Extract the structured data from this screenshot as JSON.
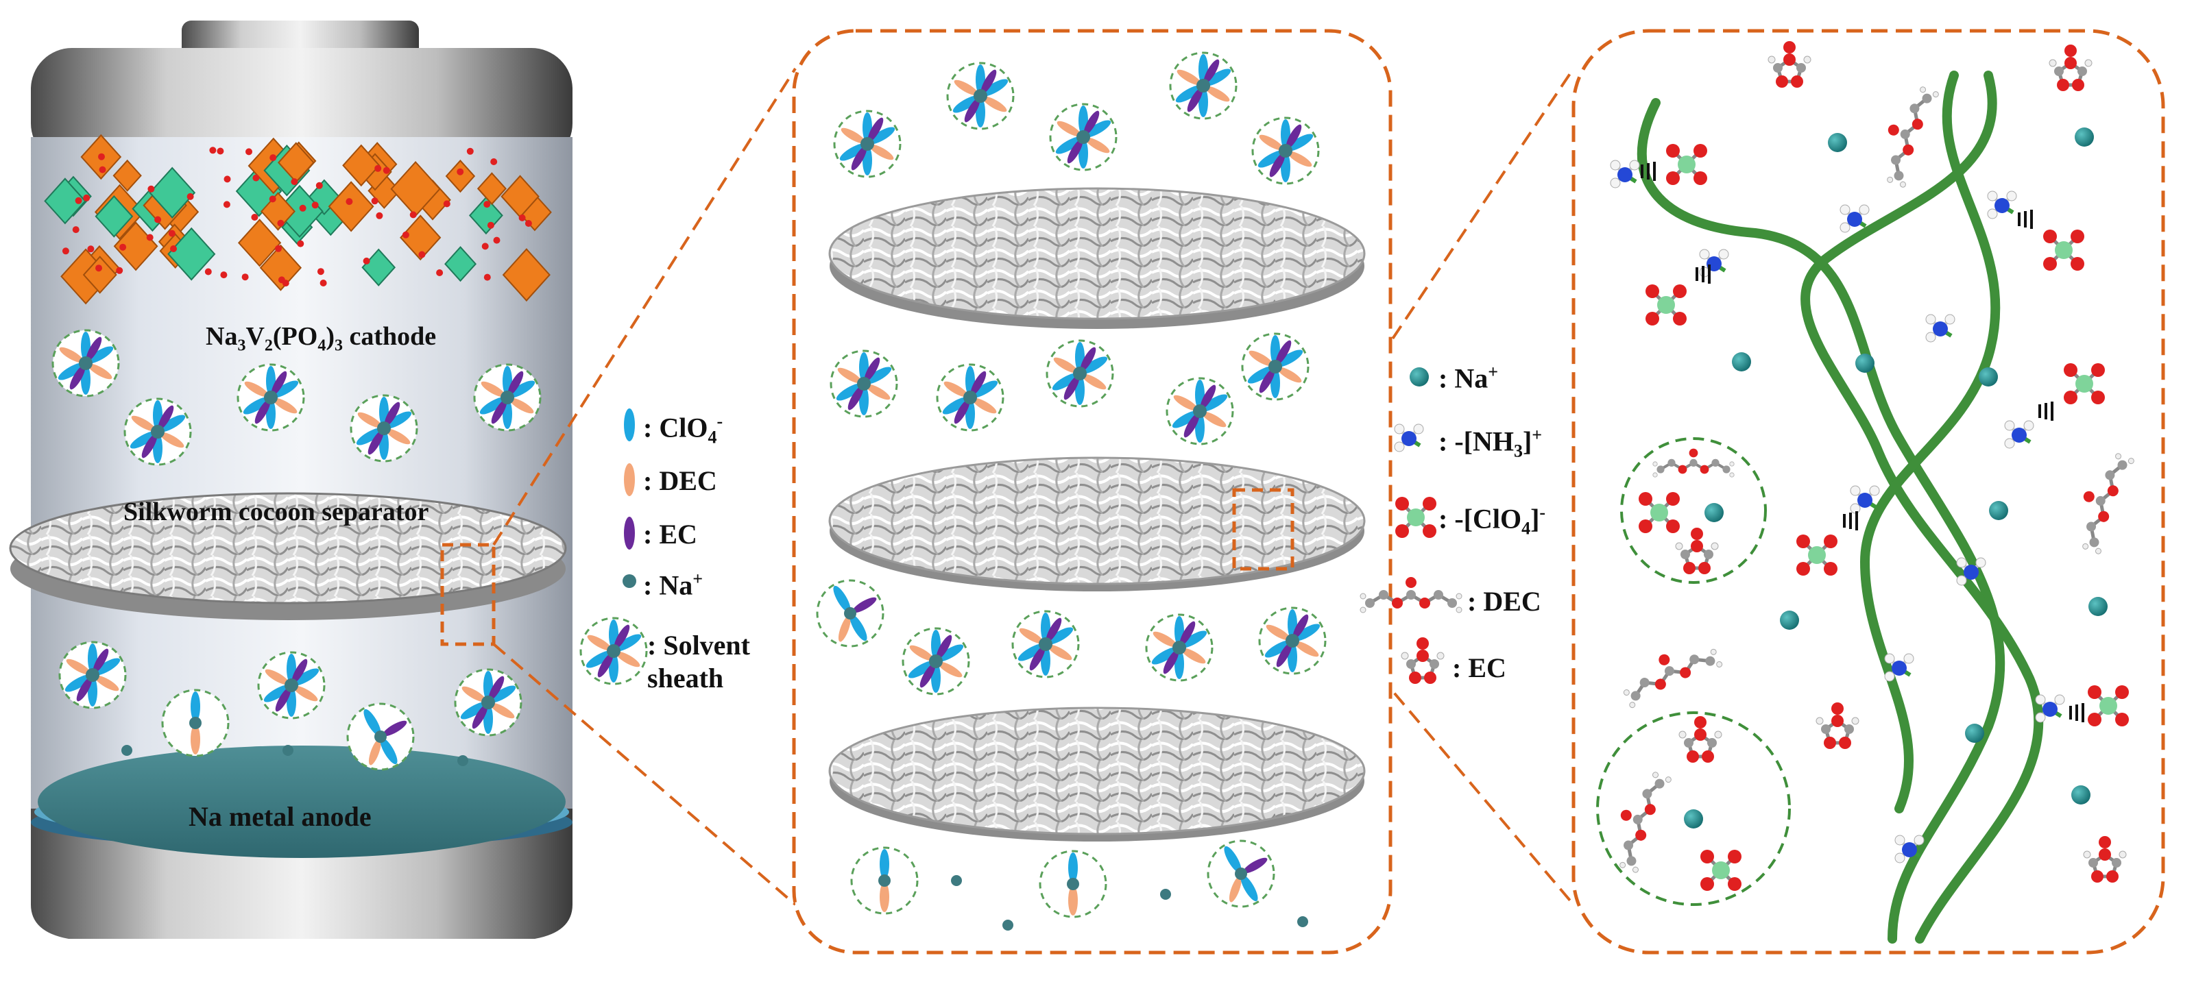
{
  "battery": {
    "cathode_label": {
      "prefix": "Na",
      "s1": "3",
      "mid1": "V",
      "s2": "2",
      "mid2": "(PO",
      "s3": "4",
      "mid3": ")",
      "s4": "3",
      "suffix": " cathode"
    },
    "separator_label": "Silkworm cocoon separator",
    "anode_label": "Na metal anode"
  },
  "legend_left": [
    {
      "key": "clo4",
      "text": ": ClO",
      "sub": "4",
      "sup": "-"
    },
    {
      "key": "dec",
      "text": ": DEC"
    },
    {
      "key": "ec",
      "text": ": EC"
    },
    {
      "key": "na",
      "text": ": Na",
      "sup": "+"
    },
    {
      "key": "sheath",
      "text": ": Solvent sheath"
    }
  ],
  "legend_right": [
    {
      "key": "na",
      "text": ": Na",
      "sup": "+"
    },
    {
      "key": "nh3",
      "text": ": -[NH",
      "sub": "3",
      "tail": "]",
      "sup": "+"
    },
    {
      "key": "clo4",
      "text": ": -[ClO",
      "sub": "4",
      "tail": "]",
      "sup": "-"
    },
    {
      "key": "dec",
      "text": ": DEC"
    },
    {
      "key": "ec",
      "text": ": EC"
    }
  ],
  "colors": {
    "clo4_ellipse": "#1ea7e1",
    "dec_ellipse": "#f4a77a",
    "ec_ellipse": "#6a2a9a",
    "na_ion": "#1f8a8a",
    "sheath_border": "#5aa05a",
    "zoom_frame": "#d8641c",
    "polymer_chain": "#3f8f3a",
    "cathode_orange": "#ee7d1c",
    "cathode_green": "#3fc896",
    "anode_teal": "#3d7a80"
  }
}
